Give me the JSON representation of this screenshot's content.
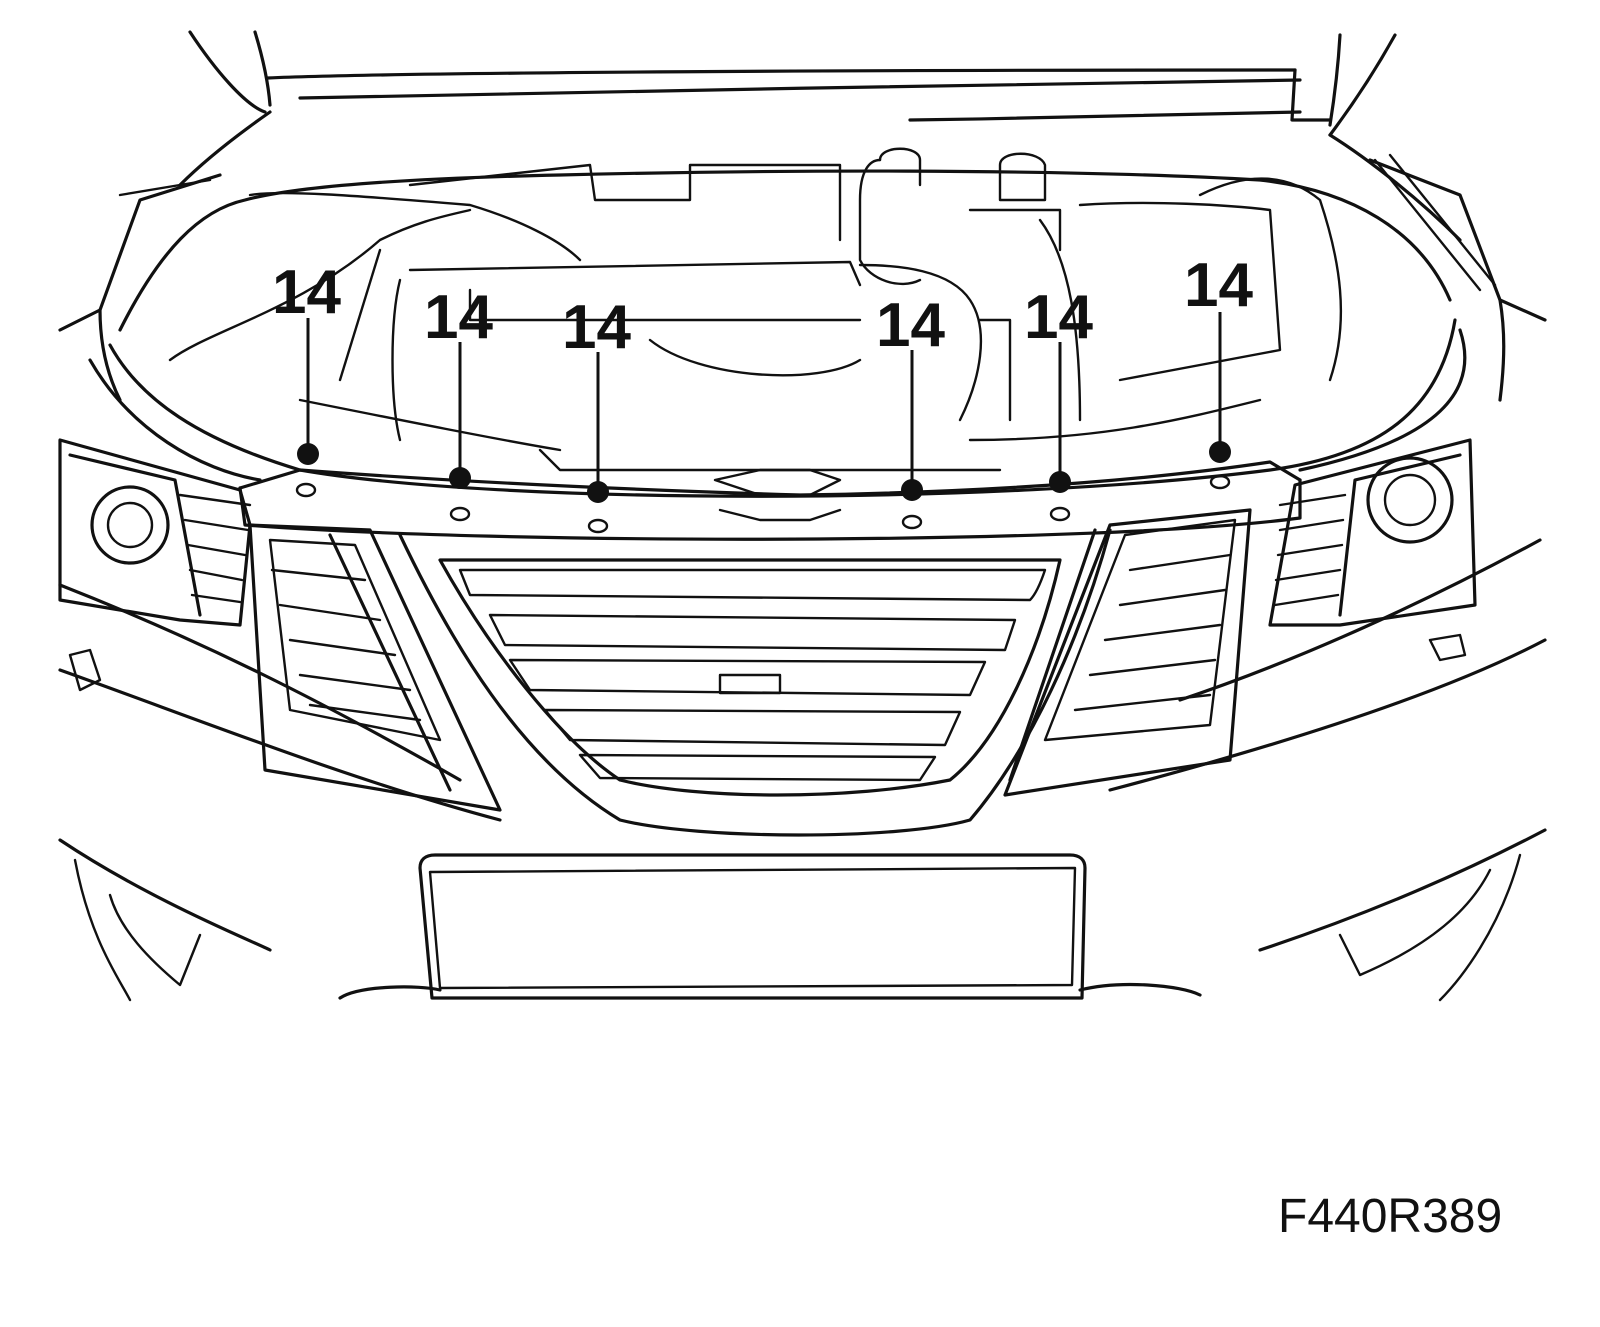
{
  "figure": {
    "code": "F440R389",
    "callouts": [
      {
        "label": "14"
      },
      {
        "label": "14"
      },
      {
        "label": "14"
      },
      {
        "label": "14"
      },
      {
        "label": "14"
      },
      {
        "label": "14"
      }
    ]
  },
  "colors": {
    "line": "#111111",
    "background": "#ffffff"
  }
}
